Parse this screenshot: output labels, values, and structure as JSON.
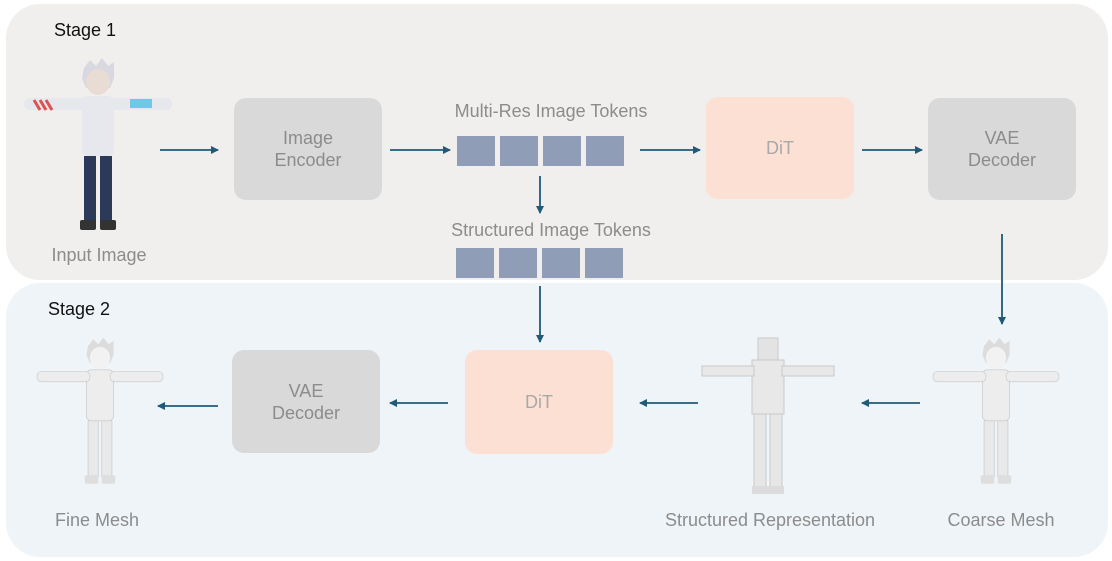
{
  "stage1": {
    "label": "Stage 1"
  },
  "stage2": {
    "label": "Stage 2"
  },
  "captions": {
    "input_image": "Input Image",
    "multi_res_tokens": "Multi-Res Image Tokens",
    "structured_tokens": "Structured Image Tokens",
    "fine_mesh": "Fine Mesh",
    "structured_representation": "Structured Representation",
    "coarse_mesh": "Coarse Mesh"
  },
  "boxes": {
    "image_encoder": "Image\nEncoder",
    "dit_stage1": "DiT",
    "vae_decoder_stage1": "VAE\nDecoder",
    "dit_stage2": "DiT",
    "vae_decoder_stage2": "VAE\nDecoder"
  },
  "colors": {
    "stage1_bg": "#f0efed",
    "stage2_bg": "#eff4f8",
    "module_gray": "#d9d9d9",
    "dit_pink": "#fbe0d3",
    "token_blue": "#8f9db6",
    "arrow": "#1f5a78"
  },
  "token_counts": {
    "multi_res": 4,
    "structured": 4
  }
}
